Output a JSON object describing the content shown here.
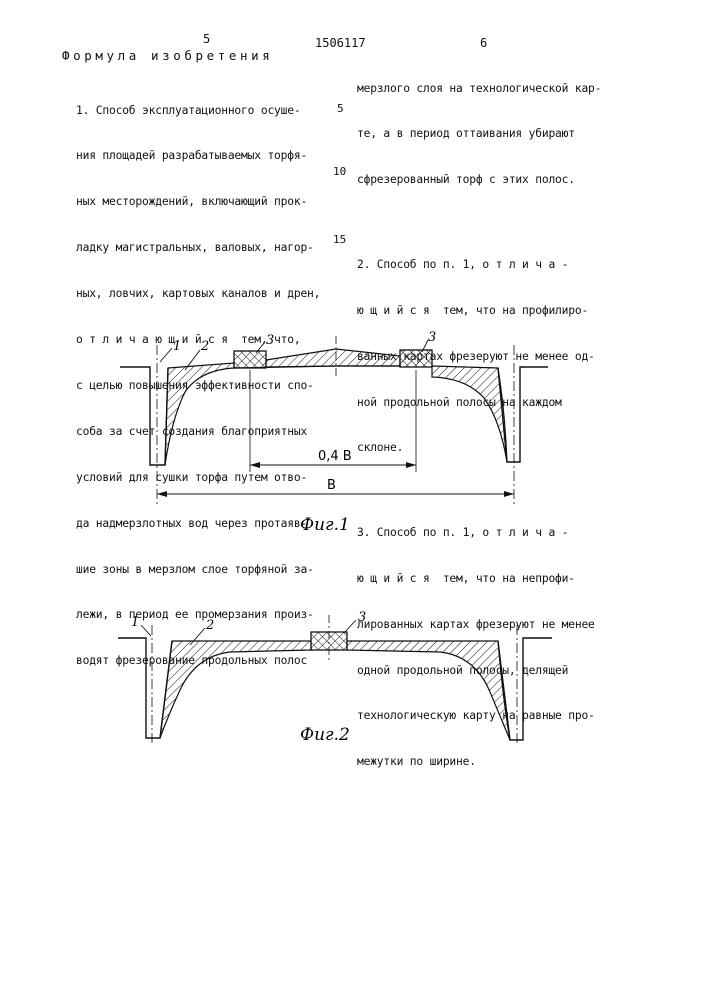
{
  "header": {
    "page_left": "5",
    "doc_number": "1506117",
    "page_right": "6",
    "section_title": "Формула изобретения"
  },
  "left_column": [
    "1. Способ эксплуатационного осуше-",
    "ния площадей разрабатываемых торфя-",
    "ных месторождений, включающий прок-",
    "ладку магистральных, валовых, нагор-",
    "ных, ловчих, картовых каналов и дрен,",
    "о т л и ч а ю щ и й с я  тем, что,",
    "с целью повышения эффективности спо-",
    "соба за счет создания благоприятных",
    "условий для сушки торфа путем отво-",
    "да надмерзлотных вод через протаяв-",
    "шие зоны в мерзлом слое торфяной за-",
    "лежи, в период ее промерзания произ-",
    "водят фрезерование продольных полос"
  ],
  "right_column": [
    "мерзлого слоя на технологической кар-",
    "те, а в период оттаивания убирают",
    "сфрезерованный торф с этих полос.",
    "",
    "2. Способ по п. 1, о т л и ч а -",
    "ю щ и й с я  тем, что на профилиро-",
    "ванных картах фрезеруют не менее од-",
    "ной продольной полосы на каждом",
    "склоне.",
    "",
    "3. Способ по п. 1, о т л и ч а -",
    "ю щ и й с я  тем, что на непрофи-",
    "лированных картах фрезеруют не менее",
    "одной продольной полосы, делящей",
    "технологическую карту на равные про-",
    "межутки по ширине."
  ],
  "line_numbers": [
    "5",
    "10",
    "15"
  ],
  "fig1": {
    "caption": "Фиг.1",
    "label_1": "1",
    "label_2": "2",
    "label_3a": "3",
    "label_3b": "3",
    "dim_inner": "0,4 B",
    "dim_outer": "B"
  },
  "fig2": {
    "caption": "Фиг.2",
    "label_1": "1",
    "label_2": "2",
    "label_3": "3"
  }
}
